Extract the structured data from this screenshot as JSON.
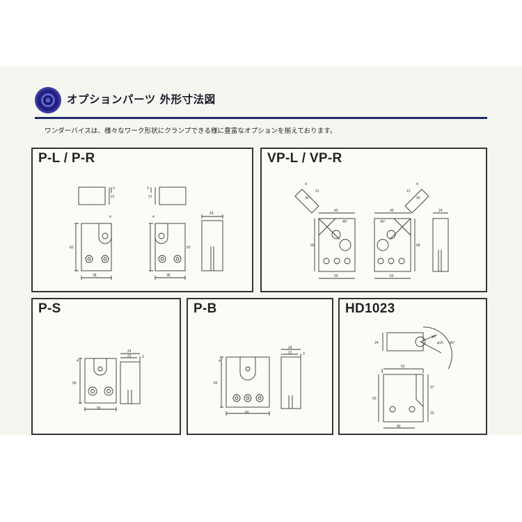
{
  "header": {
    "title": "オプションパーツ 外形寸法図",
    "intro": "ワンダーバイスは、様々なワーク形状にクランプできる様に豊富なオプションを揃えております。"
  },
  "panels": {
    "pl": {
      "title": "P-L / P-R",
      "dims": {
        "top_h": "21",
        "top_t": "3",
        "side_t": "4",
        "height": "60",
        "width": "38",
        "side_w": "24"
      }
    },
    "vp": {
      "title": "VP-L / VP-R",
      "dims": {
        "d4": "4",
        "d21": "21",
        "d30": "30",
        "top_w": "40",
        "angle": "45°",
        "height": "55",
        "height_r": "68",
        "base_w": "50",
        "side_w": "24"
      }
    },
    "ps": {
      "title": "P-S",
      "dims": {
        "side_t": "4",
        "height": "56",
        "width": "55",
        "side_w": "24",
        "inner": "21",
        "tab": "3"
      }
    },
    "pb": {
      "title": "P-B",
      "dims": {
        "side_t": "4",
        "height": "65",
        "width": "60",
        "side_w": "24",
        "inner": "21",
        "tab": "3"
      }
    },
    "hd": {
      "title": "HD1023",
      "dims": {
        "h24": "24",
        "phi6": "φ6",
        "phi15": "φ15",
        "arc": "90°",
        "top_w": "52",
        "height": "60",
        "upper": "37",
        "lower": "23",
        "base_w": "40"
      }
    }
  }
}
